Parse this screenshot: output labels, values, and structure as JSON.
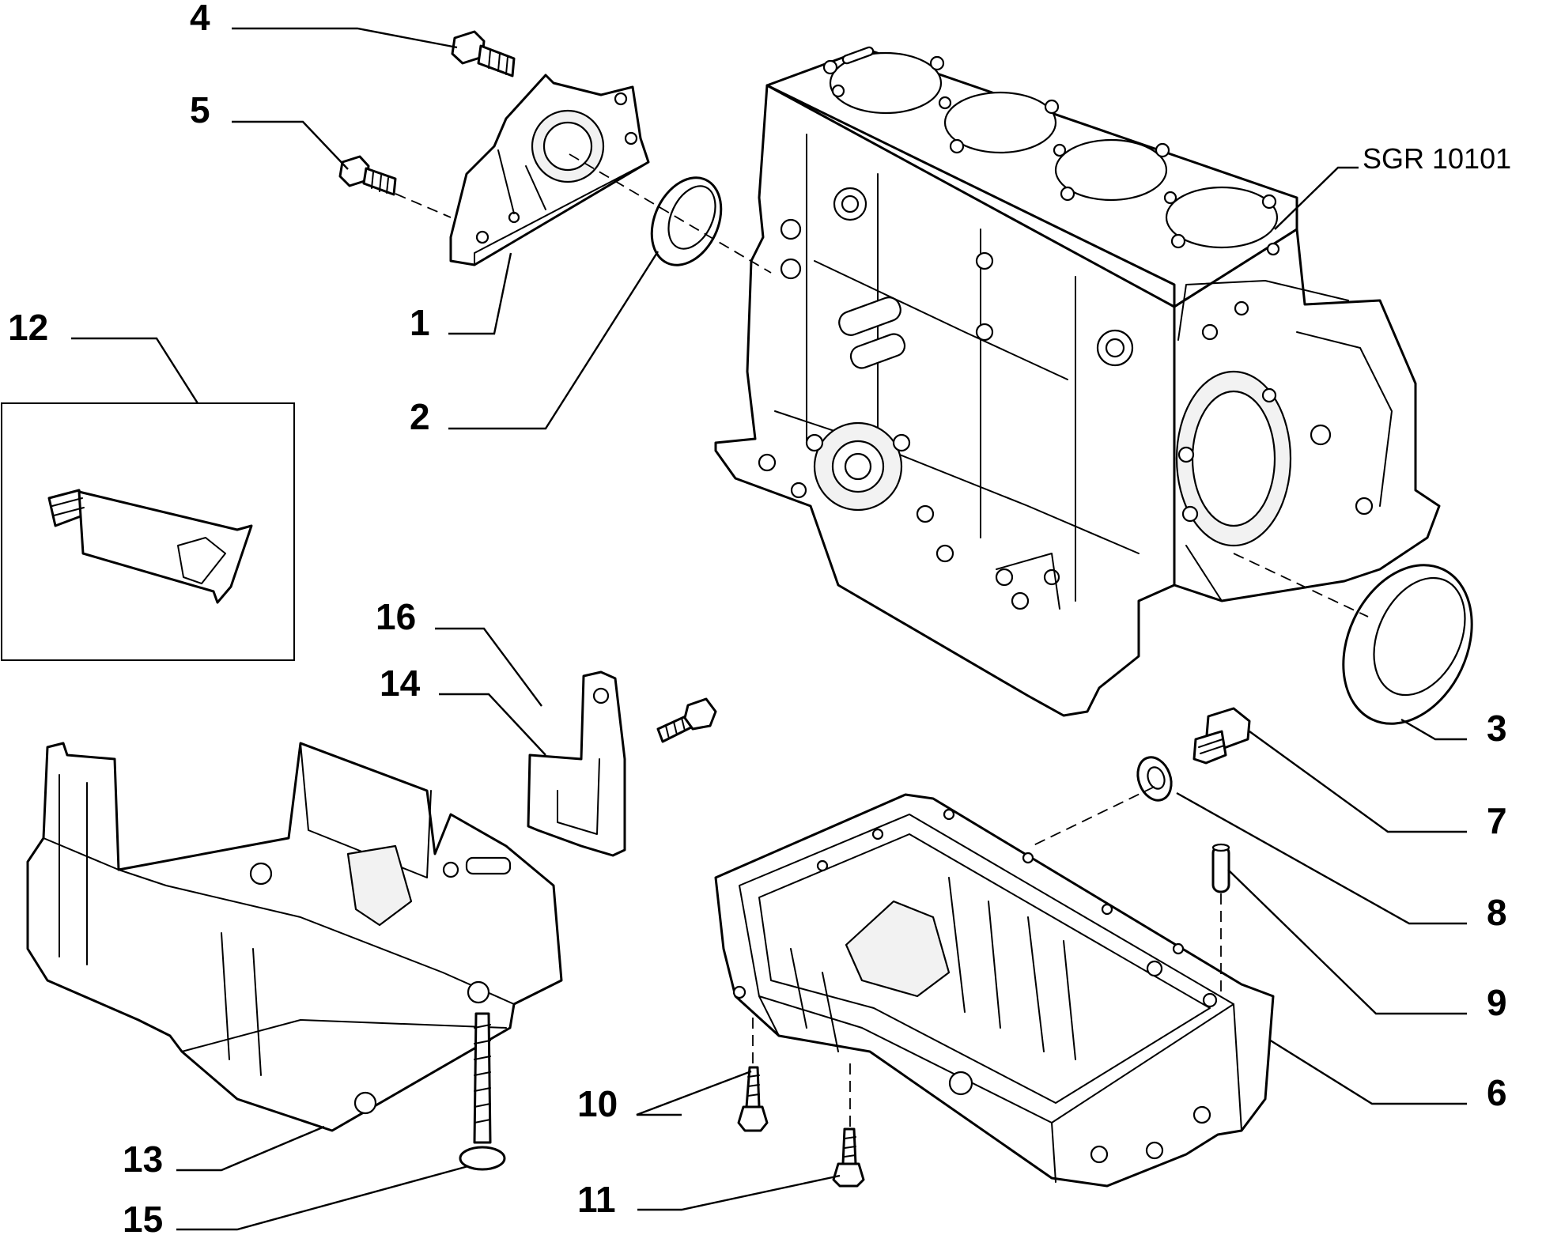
{
  "reference_code": "SGR 10101",
  "callouts": {
    "c1": "1",
    "c2": "2",
    "c3": "3",
    "c4": "4",
    "c5": "5",
    "c6": "6",
    "c7": "7",
    "c8": "8",
    "c9": "9",
    "c10": "10",
    "c11": "11",
    "c12": "12",
    "c13": "13",
    "c14": "14",
    "c15": "15",
    "c16": "16"
  }
}
